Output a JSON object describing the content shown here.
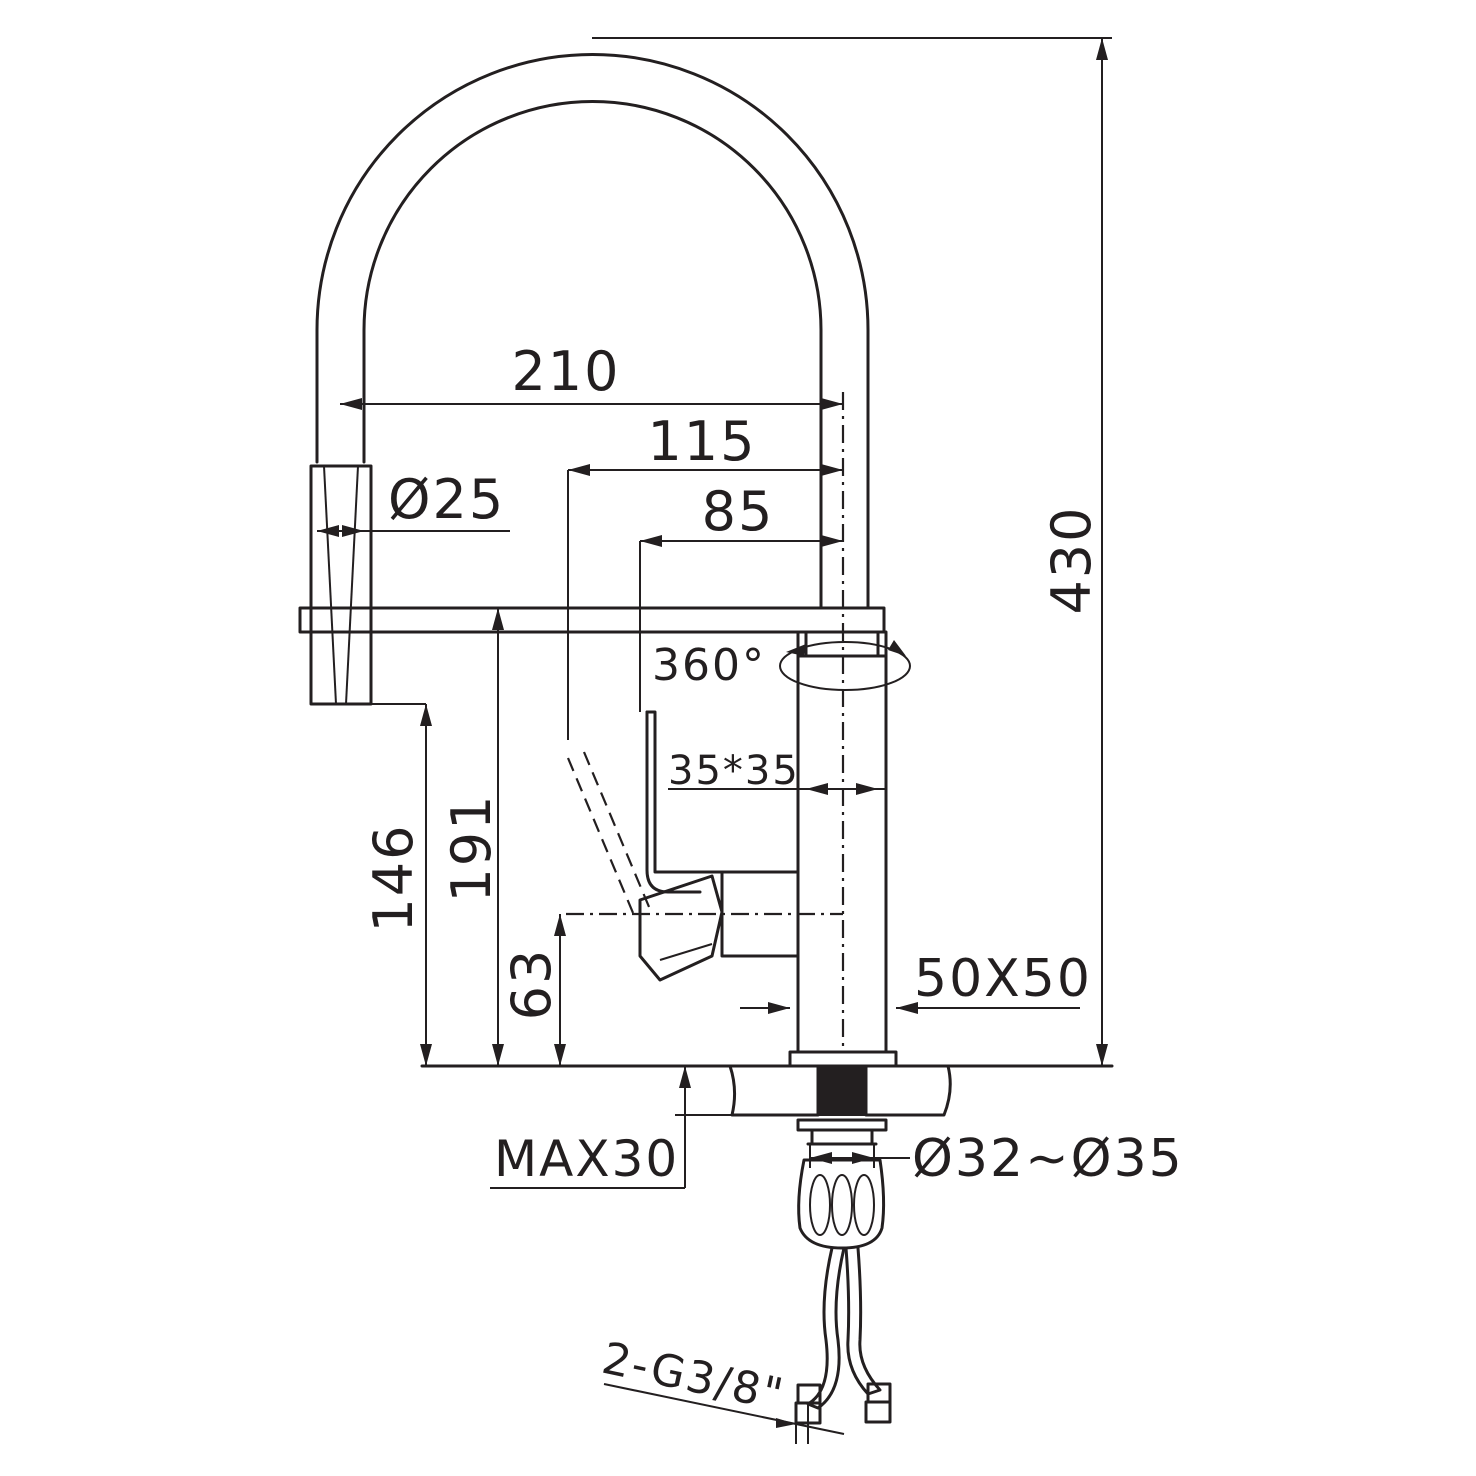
{
  "dimensions": {
    "overall_height": "430",
    "reach": "210",
    "handle_reach": "115",
    "body_reach": "85",
    "spout_diameter": "Ø25",
    "rotation": "360°",
    "body_section": "35*35",
    "base_size": "50X50",
    "spout_height": "146",
    "deck_height": "191",
    "handle_height": "63",
    "max_deck_thickness": "MAX30",
    "hole_diameter": "Ø32~Ø35",
    "connection": "2-G3/8\""
  },
  "colors": {
    "line": "#231f20",
    "background": "#ffffff"
  }
}
